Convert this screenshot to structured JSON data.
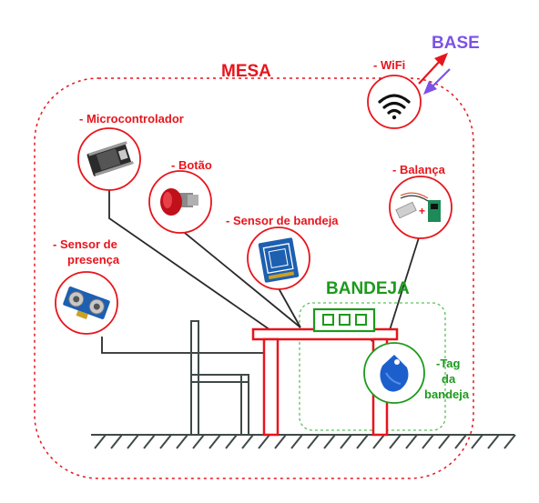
{
  "labels": {
    "mesa": "MESA",
    "base": "BASE",
    "bandeja": "BANDEJA",
    "wifi": "- WiFi",
    "microcontrolador": "- Microcontrolador",
    "botao": "- Botão",
    "sensor_bandeja": "- Sensor de bandeja",
    "balanca": "- Balança",
    "sensor_presenca_1": "- Sensor de",
    "sensor_presenca_2": "presença",
    "tag_1": "-Tag",
    "tag_2": "da",
    "tag_3": "bandeja"
  },
  "colors": {
    "mesa": "#e8141c",
    "bandeja": "#1c9a1c",
    "base": "#7b52e8",
    "structure": "#3e4a48",
    "wire": "#2a2a2a"
  },
  "icons": {
    "wifi": "wifi-icon",
    "microcontrolador": "microcontroller-board-icon",
    "botao": "push-button-icon",
    "sensor_bandeja": "rfid-reader-icon",
    "balanca": "load-cell-icon",
    "sensor_presenca": "ultrasonic-sensor-icon",
    "tag": "rfid-keyfob-tag-icon"
  }
}
